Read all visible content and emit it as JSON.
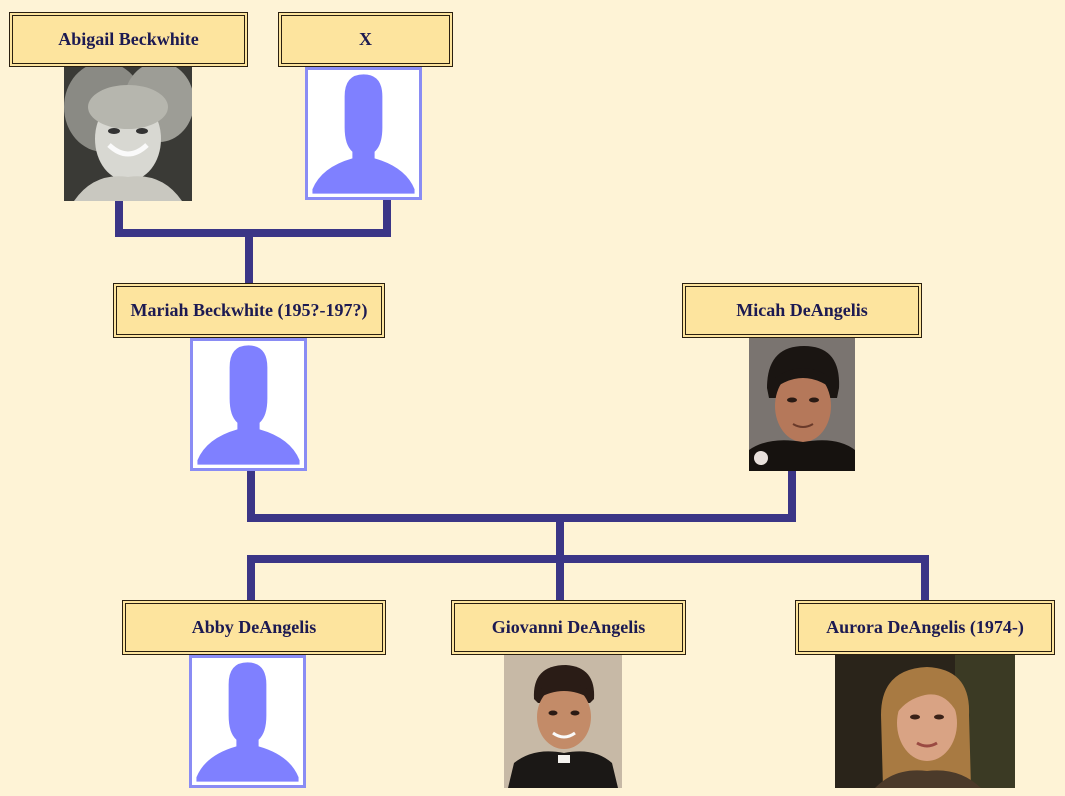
{
  "colors": {
    "background": "#fef3d6",
    "name_box": "#fde49e",
    "connector": "#3b3586",
    "silhouette": "#7f80ff",
    "text": "#1c1a52"
  },
  "people": {
    "abigail": {
      "name": "Abigail Beckwhite",
      "photo": "portrait-photo"
    },
    "x": {
      "name": "X",
      "photo": "silhouette-placeholder"
    },
    "mariah": {
      "name": "Mariah Beckwhite (195?-197?)",
      "photo": "silhouette-placeholder"
    },
    "micah": {
      "name": "Micah DeAngelis",
      "photo": "portrait-photo"
    },
    "abby": {
      "name": "Abby DeAngelis",
      "photo": "silhouette-placeholder"
    },
    "giovanni": {
      "name": "Giovanni DeAngelis",
      "photo": "portrait-photo"
    },
    "aurora": {
      "name": "Aurora DeAngelis (1974-)",
      "photo": "portrait-photo"
    }
  }
}
